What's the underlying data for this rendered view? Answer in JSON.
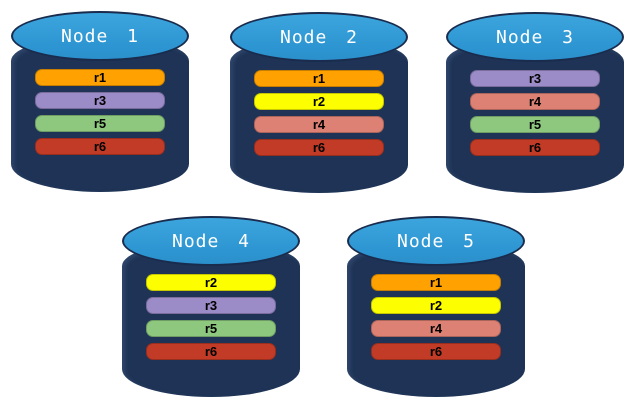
{
  "diagram": {
    "background_color": "#ffffff",
    "cylinder_body_color": "#1e3355",
    "cylinder_top_color": "#2f9ad6",
    "cylinder_outline_color": "#1a2c4e",
    "title_text_color": "#ffffff",
    "bar_text_color": "#000000"
  },
  "replica_colors": {
    "r1": "#ffa201",
    "r2": "#fdff00",
    "r3": "#9b8bc6",
    "r4": "#dc8173",
    "r5": "#8ec87f",
    "r6": "#c23b27"
  },
  "nodes": [
    {
      "title": "Node 1",
      "partitions": [
        {
          "label": "r1",
          "color": "#ffa201"
        },
        {
          "label": "r3",
          "color": "#9b8bc6"
        },
        {
          "label": "r5",
          "color": "#8ec87f"
        },
        {
          "label": "r6",
          "color": "#c23b27"
        }
      ]
    },
    {
      "title": "Node 2",
      "partitions": [
        {
          "label": "r1",
          "color": "#ffa201"
        },
        {
          "label": "r2",
          "color": "#fdff00"
        },
        {
          "label": "r4",
          "color": "#dc8173"
        },
        {
          "label": "r6",
          "color": "#c23b27"
        }
      ]
    },
    {
      "title": "Node 3",
      "partitions": [
        {
          "label": "r3",
          "color": "#9b8bc6"
        },
        {
          "label": "r4",
          "color": "#dc8173"
        },
        {
          "label": "r5",
          "color": "#8ec87f"
        },
        {
          "label": "r6",
          "color": "#c23b27"
        }
      ]
    },
    {
      "title": "Node 4",
      "partitions": [
        {
          "label": "r2",
          "color": "#fdff00"
        },
        {
          "label": "r3",
          "color": "#9b8bc6"
        },
        {
          "label": "r5",
          "color": "#8ec87f"
        },
        {
          "label": "r6",
          "color": "#c23b27"
        }
      ]
    },
    {
      "title": "Node 5",
      "partitions": [
        {
          "label": "r1",
          "color": "#ffa201"
        },
        {
          "label": "r2",
          "color": "#fdff00"
        },
        {
          "label": "r4",
          "color": "#dc8173"
        },
        {
          "label": "r6",
          "color": "#c23b27"
        }
      ]
    }
  ]
}
